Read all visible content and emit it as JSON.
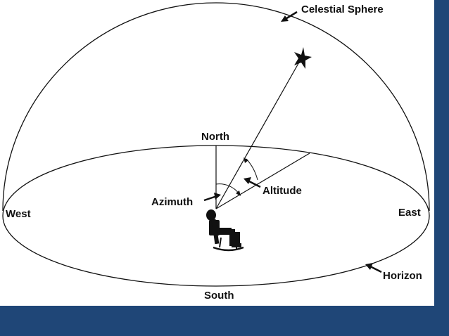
{
  "labels": {
    "celestial_sphere": "Celestial Sphere",
    "north": "North",
    "south": "South",
    "east": "East",
    "west": "West",
    "azimuth": "Azimuth",
    "altitude": "Altitude",
    "horizon": "Horizon"
  },
  "icons": {
    "star": "star-icon",
    "observer": "observer-rocking-chair-icon"
  },
  "colors": {
    "background": "#1f4677",
    "panel": "#ffffff",
    "ink": "#111111"
  }
}
